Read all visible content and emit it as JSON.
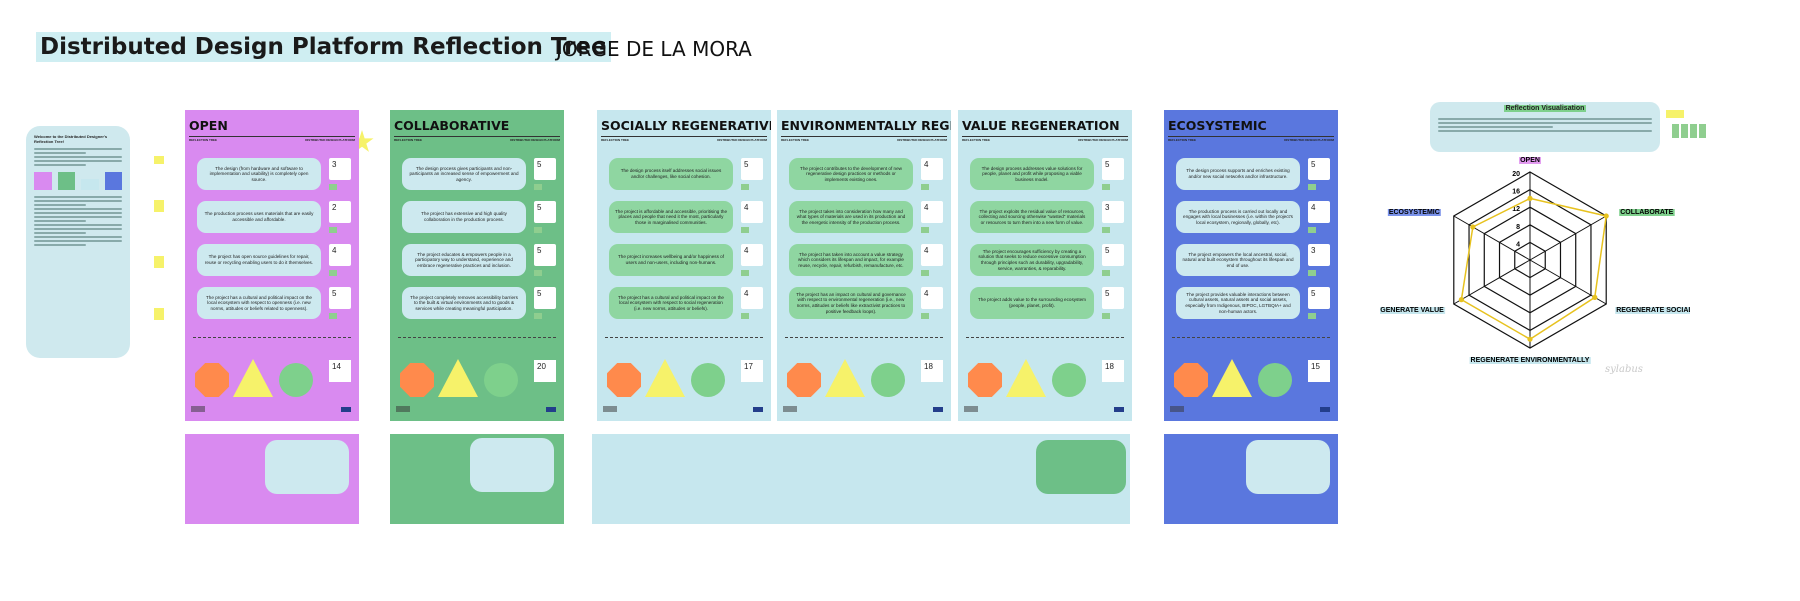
{
  "header": {
    "title": "Distributed Design Platform Reflection Tree",
    "author": "JORGE DE LA MORA"
  },
  "intro": {
    "title": "Welcome to the Distributed Designer's Reflection Tree!"
  },
  "labels": {
    "reflection_tree": "REFLECTION TREE",
    "platform": "DISTRIBUTED DESIGN PLATFORM"
  },
  "panels": [
    {
      "title": "OPEN",
      "bg": "#d98af0",
      "card": "#cde9ef",
      "total": "14",
      "scores": [
        "3",
        "2",
        "4",
        "5"
      ],
      "cards": [
        "The design (from hardware and software to implementation and usability) is completely open source.",
        "The production process uses materials that are easily accessible and affordable.",
        "The project has open source guidelines for repair, reuse or recycling enabling users to do it themselves.",
        "The project has a cultural and political impact on the local ecosystem with respect to openness (i.e. new norms, attitudes or beliefs related to openness)."
      ]
    },
    {
      "title": "COLLABORATIVE",
      "bg": "#6dbf87",
      "card": "#cde9ef",
      "total": "20",
      "scores": [
        "5",
        "5",
        "5",
        "5"
      ],
      "cards": [
        "The design process gives participants and non-participants an increased sense of empowerment and agency.",
        "The project has extensive and high quality collaboration in the production process.",
        "The project educates & empowers people in a participatory way to understand, experience and embrace regenerative practices and inclusion.",
        "The project completely removes accessibility barriers to the built & virtual environments and to goods & services while creating meaningful participation."
      ]
    },
    {
      "title": "SOCIALLY REGENERATIVE",
      "bg": "#c6e7ee",
      "card": "#8fd6a1",
      "total": "17",
      "scores": [
        "5",
        "4",
        "4",
        "4"
      ],
      "cards": [
        "The design process itself addresses social issues and/or challenges, like social cohesion.",
        "The project is affordable and accessible, prioritising the places and people that need it the most, particularly those in marginalised communities.",
        "The project increases wellbeing and/or happiness of users and non-users, including non-humans.",
        "The project has a cultural and political impact on the local ecosystem with respect to social regeneration (i.e. new norms, attitudes or beliefs)."
      ]
    },
    {
      "title": "ENVIRONMENTALLY REGENERATIVE",
      "bg": "#c6e7ee",
      "card": "#8fd6a1",
      "total": "18",
      "scores": [
        "4",
        "4",
        "4",
        "4"
      ],
      "cards": [
        "The project contributes to the development of new regenerative design practices or methods or implements existing ones.",
        "The project takes into consideration how many and what types of materials are used in its production and the energetic intensity of the production process.",
        "The project has taken into account a value strategy which considers its lifespan and impact, for example reuse, recycle, repair, refurbish, remanufacture, etc.",
        "The project has an impact on cultural and governance with respect to environmental regeneration (i.e., new norms, attitudes or beliefs like extractivist practices to positive feedback loops)."
      ]
    },
    {
      "title": "VALUE REGENERATION",
      "bg": "#c6e7ee",
      "card": "#8fd6a1",
      "total": "18",
      "scores": [
        "5",
        "3",
        "5",
        "5"
      ],
      "cards": [
        "The design process addresses value solutions for people, planet and profit while proposing a viable business model.",
        "The project exploits the residual value of resources, collecting and sourcing otherwise \"wasted\" materials or resources to turn them into a new form of value.",
        "The project encourages sufficiency by creating a solution that seeks to reduce excessive consumption through principles such as durability, upgradability, service, warranties, & reparability.",
        "The project adds value to the surrounding ecosystem (people, planet, profit)."
      ]
    },
    {
      "title": "ECOSYSTEMIC",
      "bg": "#5a77de",
      "card": "#cde9ef",
      "total": "15",
      "scores": [
        "5",
        "4",
        "3",
        "5"
      ],
      "cards": [
        "The design process supports and enriches existing and/or new social networks and/or infrastructure.",
        "The production process is carried out locally and engages with local businesses (i.e. within the project's local ecosystem, regionally, globally, etc).",
        "The project empowers the local ancestral, social, natural and built ecosystem throughout its lifespan and end of use.",
        "The project provides valuable interactions between cultural assets, natural assets and social assets, especially from Indigenous, BIPOC, LGTBQIA+ and non-human actors."
      ]
    }
  ],
  "visualisation": {
    "title": "Reflection Visualisation",
    "axes": [
      "OPEN",
      "COLLABORATE",
      "REGENERATE SOCIALLY",
      "REGENERATE ENVIRONMENTALLY",
      "REGENERATE VALUE",
      "ECOSYSTEMIC"
    ],
    "axis_colors": [
      "#e29af0",
      "#7ed08c",
      "#c6e7ee",
      "#c6e7ee",
      "#c6e7ee",
      "#7a92ea"
    ],
    "ticks": [
      "4",
      "8",
      "12",
      "16",
      "20"
    ],
    "max": 20,
    "values": [
      14,
      20,
      17,
      18,
      18,
      15
    ],
    "signature": "sylabus"
  }
}
